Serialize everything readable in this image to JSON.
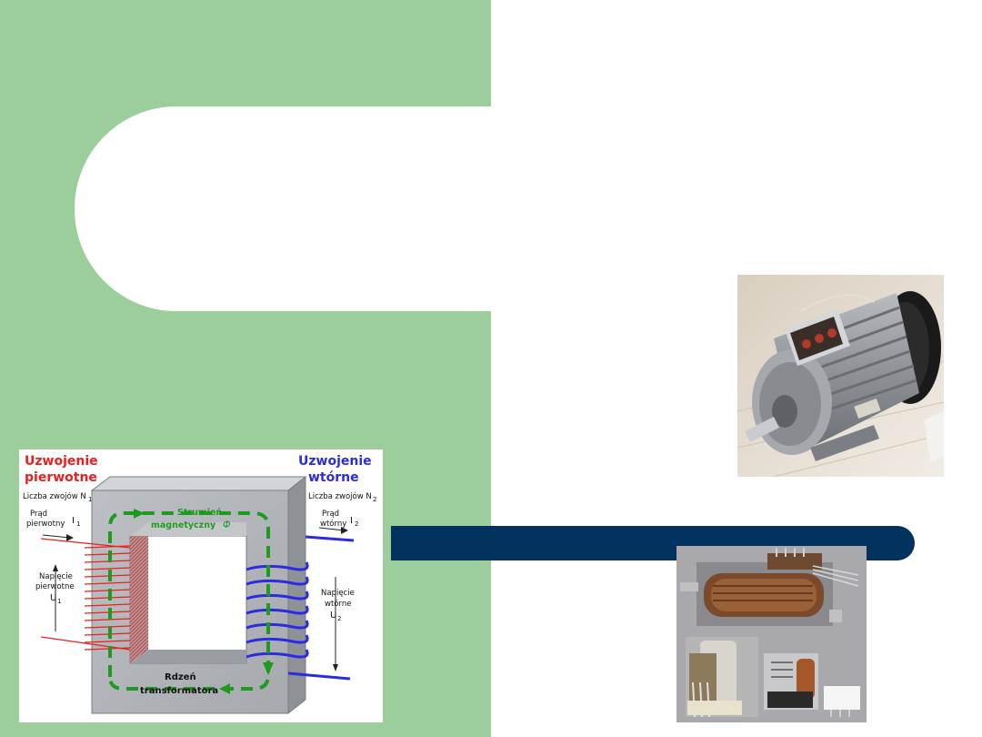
{
  "diagram": {
    "primary_title_line1": "Uzwojenie",
    "primary_title_line2": "pierwotne",
    "secondary_title_line1": "Uzwojenie",
    "secondary_title_line2": "wtórne",
    "primary_turns": "Liczba zwojów N",
    "primary_turns_sub": "1",
    "secondary_turns": "Liczba zwojów N",
    "secondary_turns_sub": "2",
    "primary_current_line1": "Prąd",
    "primary_current_line2": "pierwotny",
    "primary_current_symbol": "I",
    "primary_current_sub": "1",
    "secondary_current_line1": "Prąd",
    "secondary_current_line2": "wtórny",
    "secondary_current_symbol": "I",
    "secondary_current_sub": "2",
    "flux_line1": "Strumień",
    "flux_line2": "magnetyczny",
    "flux_symbol": "Φ",
    "primary_voltage_line1": "Napięcie",
    "primary_voltage_line2": "pierwotne",
    "primary_voltage_symbol": "U",
    "primary_voltage_sub": "1",
    "secondary_voltage_line1": "Napięcie",
    "secondary_voltage_line2": "wtórne",
    "secondary_voltage_symbol": "U",
    "secondary_voltage_sub": "2",
    "core_line1": "Rdzeń",
    "core_line2": "transformatora"
  },
  "colors": {
    "primary": "#e8201f",
    "secondary": "#2b2be0",
    "flux": "#1f9a1f",
    "panel_green": "#9bce9b",
    "bar_navy": "#02335f"
  }
}
